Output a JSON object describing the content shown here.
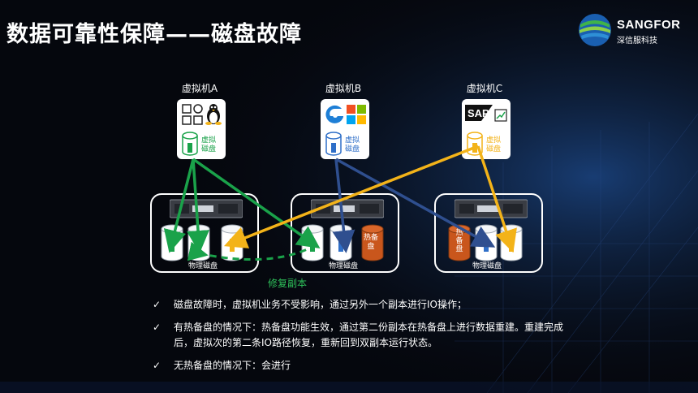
{
  "title": "数据可靠性保障——磁盘故障",
  "brand": {
    "name": "SANGFOR",
    "sub": "深信服科技"
  },
  "vms": [
    {
      "label": "虚拟机A",
      "disk": "虚拟\n磁盘",
      "color": "#1aa24a"
    },
    {
      "label": "虚拟机B",
      "disk": "虚拟\n磁盘",
      "color": "#2f6fc8"
    },
    {
      "label": "虚拟机C",
      "disk": "虚拟\n磁盘",
      "color": "#f3b319"
    }
  ],
  "hosts": [
    {
      "label": "物理磁盘",
      "hot": ""
    },
    {
      "label": "物理磁盘",
      "hot": "热备\n盘"
    },
    {
      "label": "物理磁盘",
      "hot": "热\n备\n盘"
    }
  ],
  "repair_label": "修复副本",
  "bullets": [
    "磁盘故障时，虚拟机业务不受影响，通过另外一个副本进行IO操作；",
    "有热备盘的情况下：热备盘功能生效，通过第二份副本在热备盘上进行数据重建。重建完成后，虚拟次的第二条IO路径恢复，重新回到双副本运行状态。",
    "无热备盘的情况下：会进行"
  ],
  "check_glyph": "✓",
  "colors": {
    "green": "#1aa24a",
    "blue": "#2f4f8f",
    "orange": "#f3b319",
    "hot": "#c9561c"
  }
}
